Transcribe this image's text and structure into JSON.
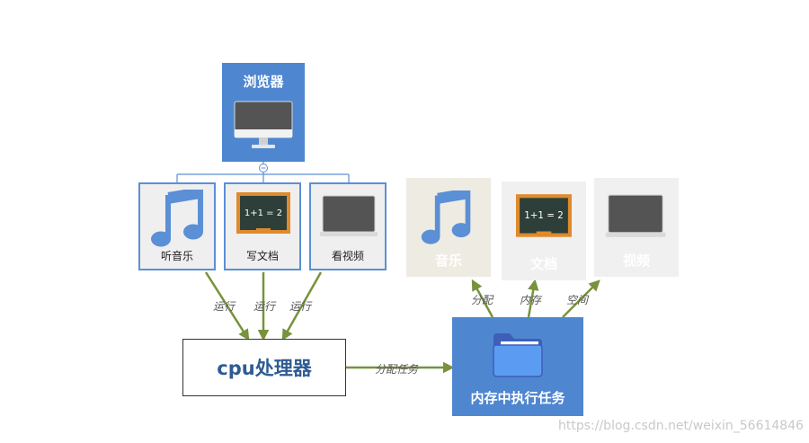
{
  "browser": {
    "title": "浏览器"
  },
  "tasks": [
    {
      "label": "听音乐"
    },
    {
      "label": "写文档"
    },
    {
      "label": "看视频"
    }
  ],
  "resources": [
    {
      "label": "音乐"
    },
    {
      "label": "文档"
    },
    {
      "label": "视频"
    }
  ],
  "edges": {
    "run": [
      "运行",
      "运行",
      "运行"
    ],
    "dispatch": "分配任务",
    "mem_out": [
      "分配",
      "内存",
      "空间"
    ]
  },
  "cpu": {
    "label": "cpu处理器"
  },
  "memory": {
    "label": "内存中执行任务"
  },
  "watermark": "https://blog.csdn.net/weixin_56614846",
  "icons": {
    "browser": "monitor-icon",
    "music": "music-note-icon",
    "document": "chalkboard-icon",
    "video": "laptop-icon",
    "memory": "folder-icon",
    "collapse": "collapse-minus-icon"
  },
  "colors": {
    "blue": "#4f86d0",
    "card_border": "#5b8fd6",
    "arrow_green": "#77933c",
    "music_blue": "#5b8fd6",
    "board_orange": "#e08a2c",
    "board_dark": "#2e3f3a",
    "screen_dark": "#545454",
    "cpu_text": "#2f5b93",
    "res_bg_music": "#eeebe2",
    "res_bg_other": "#f0f0f0"
  }
}
